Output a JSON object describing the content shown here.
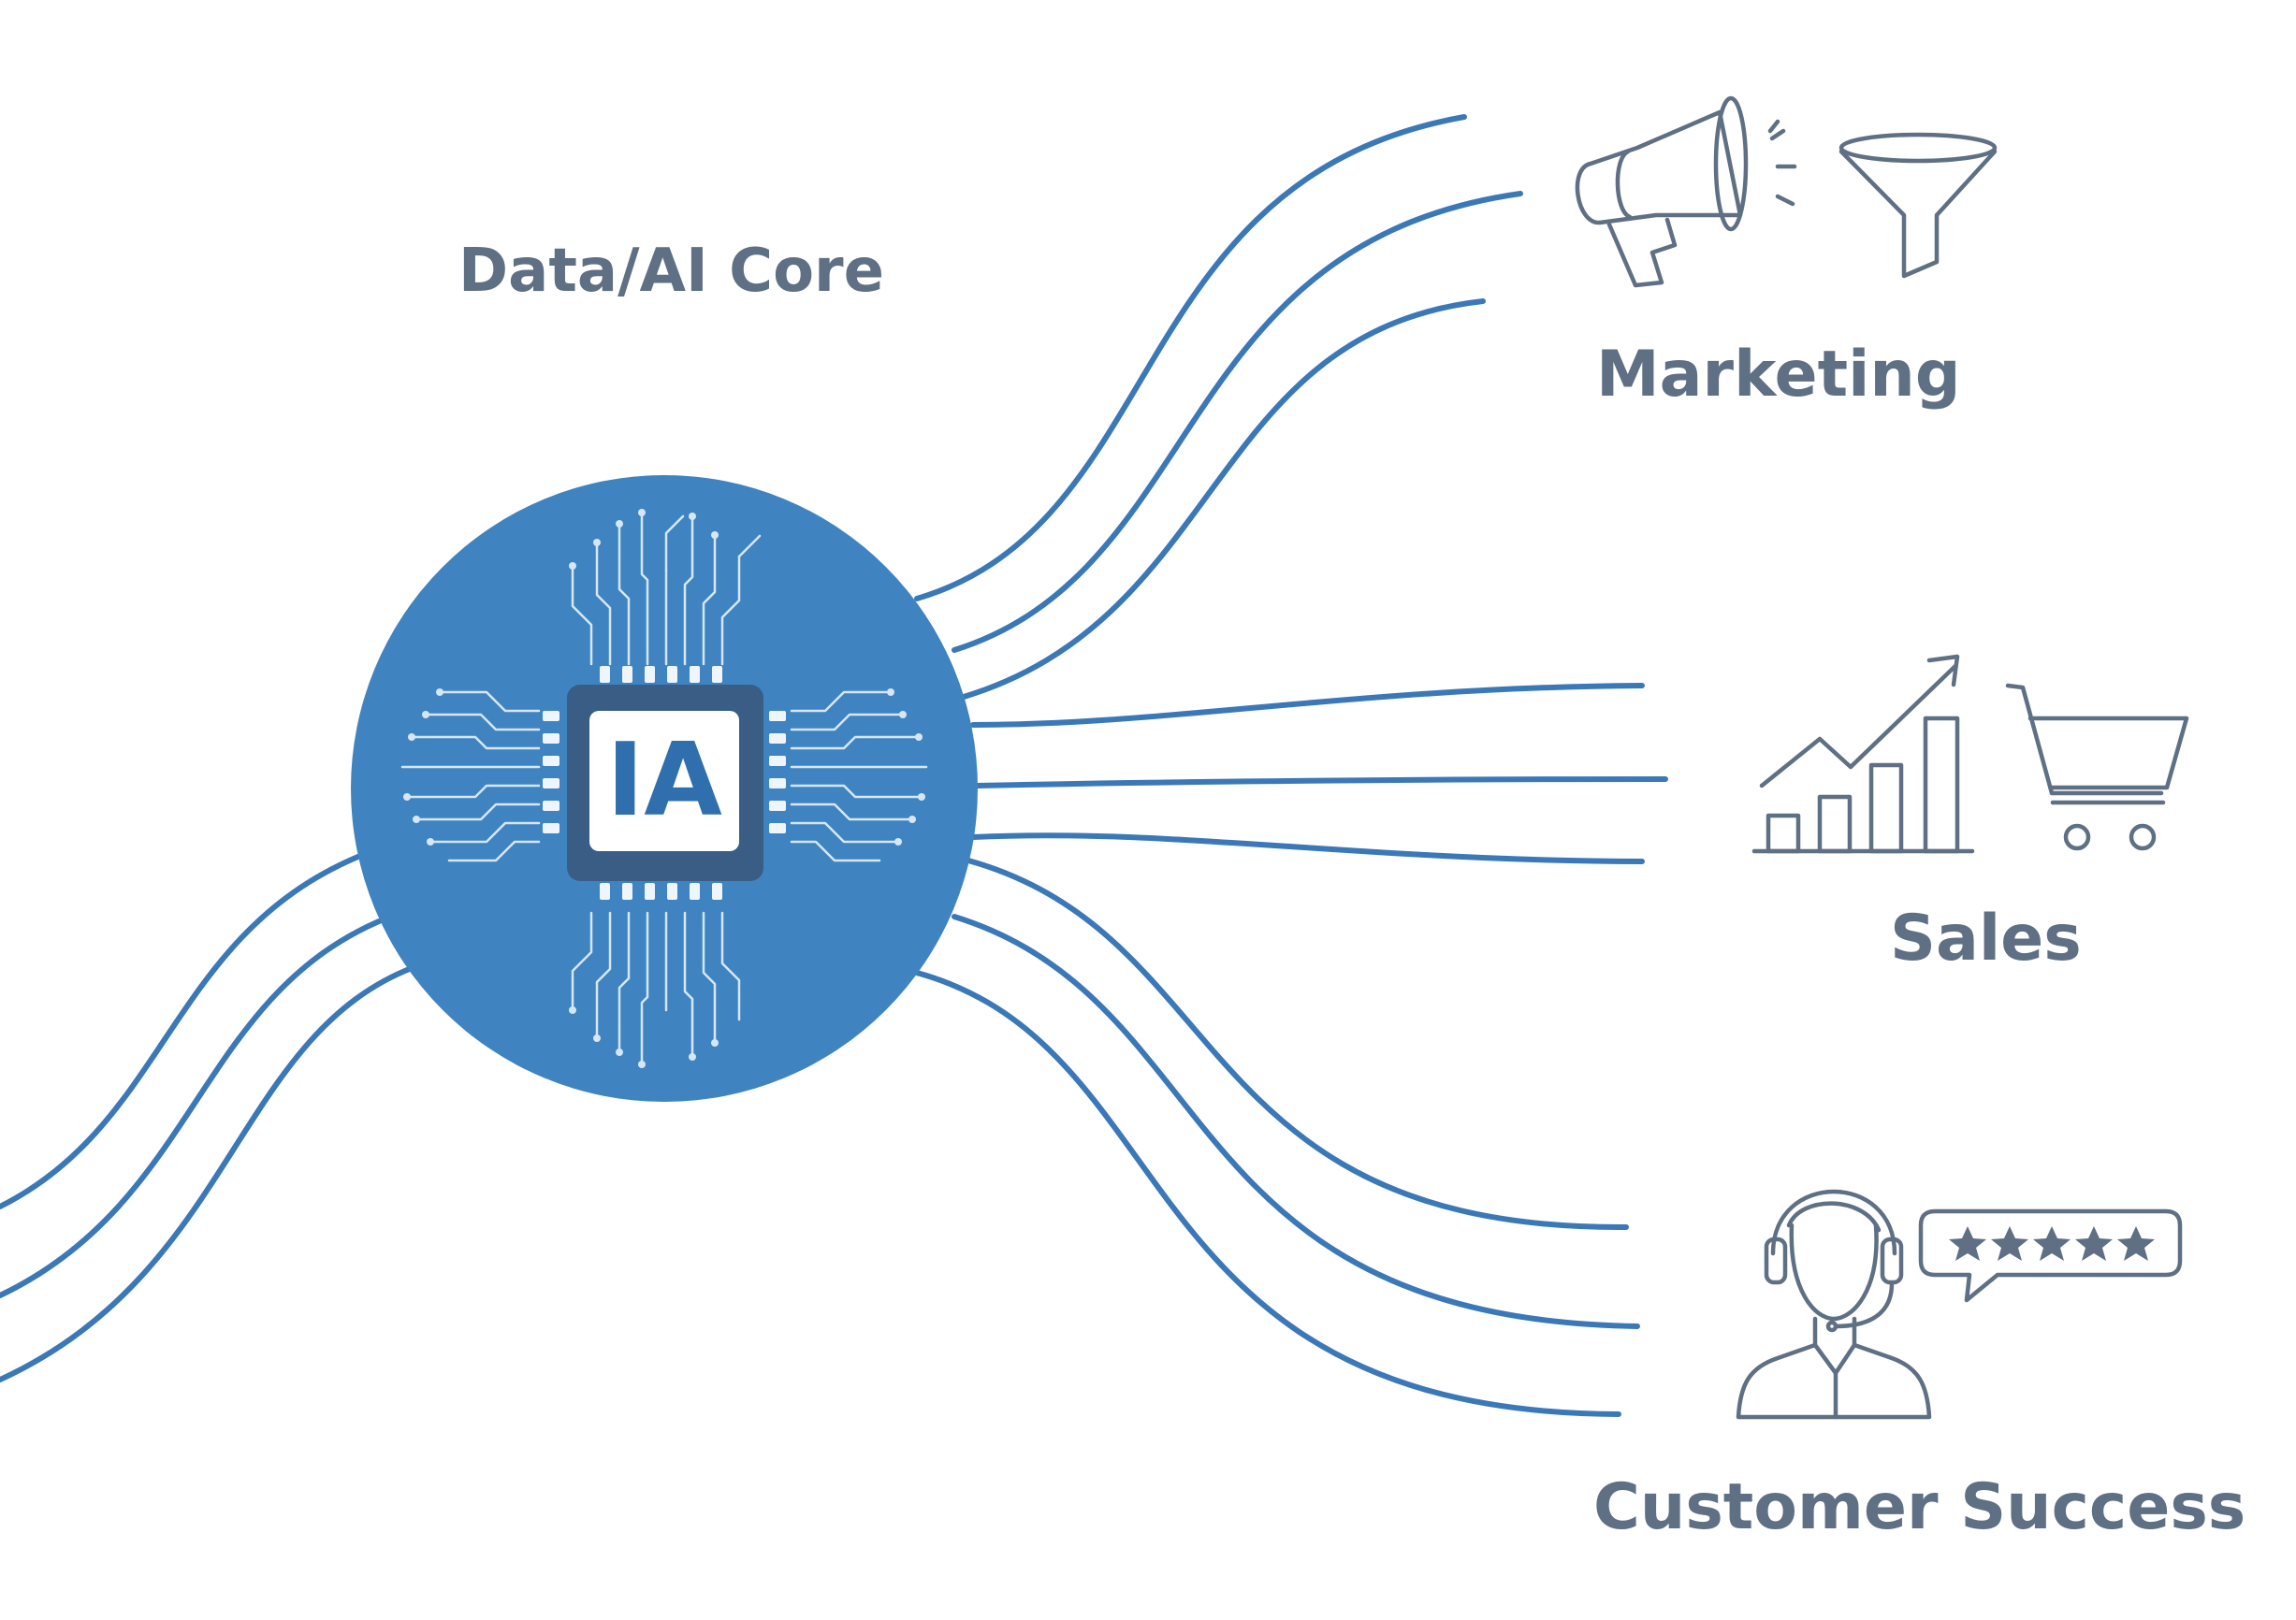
{
  "core": {
    "title": "Data/AI Core",
    "chip_text": "IA"
  },
  "branches": [
    {
      "label": "Marketing",
      "icons": [
        "megaphone-icon",
        "funnel-icon"
      ]
    },
    {
      "label": "Sales",
      "icons": [
        "growth-chart-icon",
        "shopping-cart-icon"
      ]
    },
    {
      "label": "Customer Success",
      "icons": [
        "support-agent-icon",
        "five-star-review-icon"
      ]
    }
  ],
  "colors": {
    "accent": "#3f84c0",
    "line": "#3b78b8",
    "icon_stroke": "#5f6f84",
    "text": "#5f6f84",
    "chip_dark": "#3a5d86",
    "background": "#ffffff"
  }
}
